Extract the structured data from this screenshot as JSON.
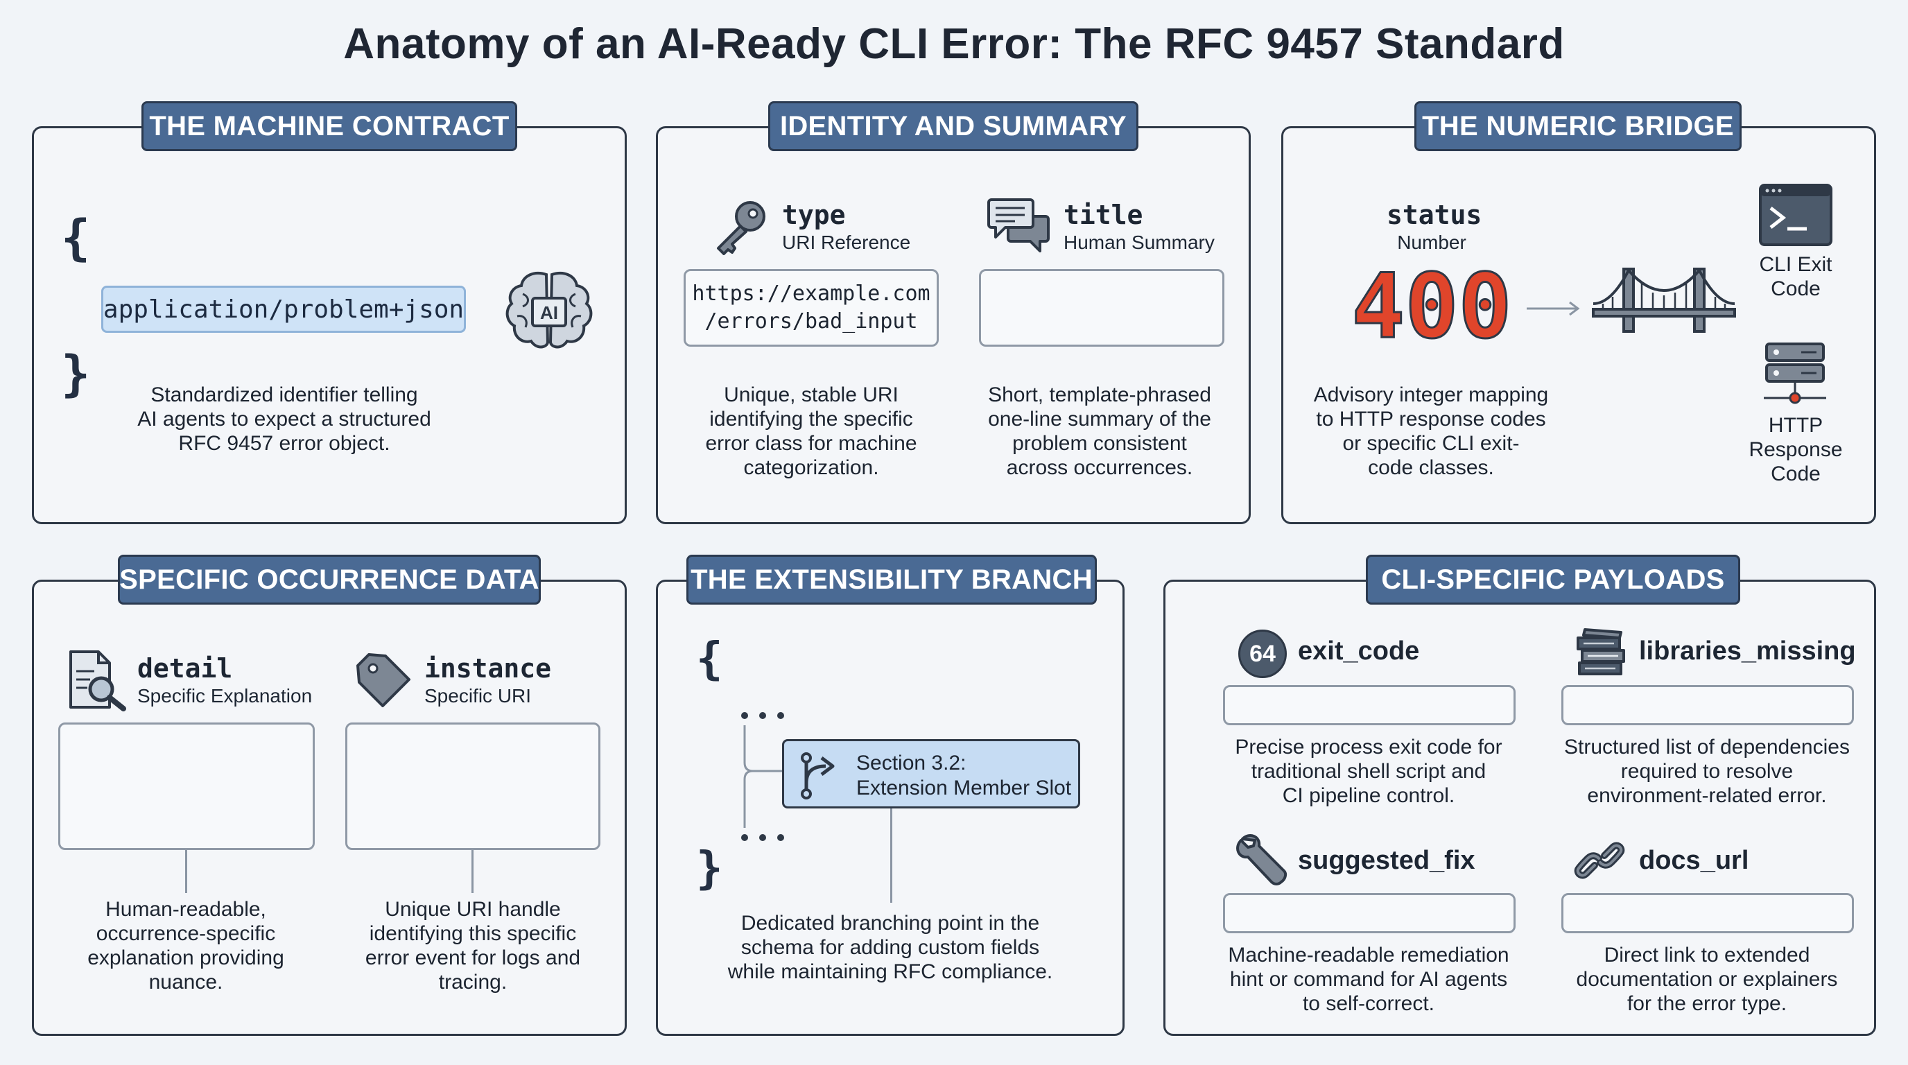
{
  "title": "Anatomy of an AI-Ready CLI Error: The RFC 9457 Standard",
  "panels": {
    "machine_contract": {
      "label": "THE MACHINE CONTRACT",
      "open_brace": "{",
      "close_brace": "}",
      "content_type": "application/problem+json",
      "brain_label": "AI",
      "description": [
        "Standardized identifier telling",
        "AI agents to expect a structured",
        "RFC 9457 error object."
      ],
      "icon": "ai-brain-icon"
    },
    "identity_summary": {
      "label": "IDENTITY AND SUMMARY",
      "type": {
        "name": "type",
        "sub": "URI Reference",
        "value": [
          "https://example.com",
          "/errors/bad_input"
        ],
        "description": [
          "Unique, stable URI",
          "identifying the specific",
          "error class for machine",
          "categorization."
        ],
        "icon": "key-icon"
      },
      "title_field": {
        "name": "title",
        "sub": "Human Summary",
        "value": "",
        "description": [
          "Short, template-phrased",
          "one-line summary of the",
          "problem consistent",
          "across occurrences."
        ],
        "icon": "chat-bubbles-icon"
      }
    },
    "numeric_bridge": {
      "label": "THE NUMERIC BRIDGE",
      "name": "status",
      "sub": "Number",
      "value": "400",
      "description": [
        "Advisory integer mapping",
        "to HTTP response codes",
        "or specific CLI exit-",
        "code classes."
      ],
      "cli_label": [
        "CLI Exit",
        "Code"
      ],
      "http_label": [
        "HTTP",
        "Response",
        "Code"
      ],
      "colors": {
        "status_value": "#e0452b"
      }
    },
    "occurrence_data": {
      "label": "SPECIFIC OCCURRENCE DATA",
      "detail": {
        "name": "detail",
        "sub": "Specific Explanation",
        "value": "",
        "description": [
          "Human-readable,",
          "occurrence-specific",
          "explanation providing",
          "nuance."
        ],
        "icon": "document-search-icon"
      },
      "instance": {
        "name": "instance",
        "sub": "Specific URI",
        "value": "",
        "description": [
          "Unique URI handle",
          "identifying this specific",
          "error event for logs and",
          "tracing."
        ],
        "icon": "tag-icon"
      }
    },
    "extensibility": {
      "label": "THE EXTENSIBILITY BRANCH",
      "open_brace": "{",
      "close_brace": "}",
      "slot": [
        "Section 3.2:",
        "Extension Member Slot"
      ],
      "description": [
        "Dedicated branching point in the",
        "schema for adding custom fields",
        "while maintaining RFC compliance."
      ],
      "icon": "branch-arrow-icon"
    },
    "cli_payloads": {
      "label": "CLI-SPECIFIC PAYLOADS",
      "exit_code": {
        "name": "exit_code",
        "badge": "64",
        "value": "",
        "description": [
          "Precise process exit code for",
          "traditional shell script and",
          "CI pipeline control."
        ]
      },
      "libraries_missing": {
        "name": "libraries_missing",
        "value": "",
        "description": [
          "Structured list of dependencies",
          "required to resolve",
          "environment-related error."
        ],
        "icon": "stacked-books-icon"
      },
      "suggested_fix": {
        "name": "suggested_fix",
        "value": "",
        "description": [
          "Machine-readable remediation",
          "hint or command for AI agents",
          "to self-correct."
        ],
        "icon": "wrench-icon"
      },
      "docs_url": {
        "name": "docs_url",
        "value": "",
        "description": [
          "Direct link to extended",
          "documentation or explainers",
          "for the error type."
        ],
        "icon": "chain-link-icon"
      }
    }
  }
}
